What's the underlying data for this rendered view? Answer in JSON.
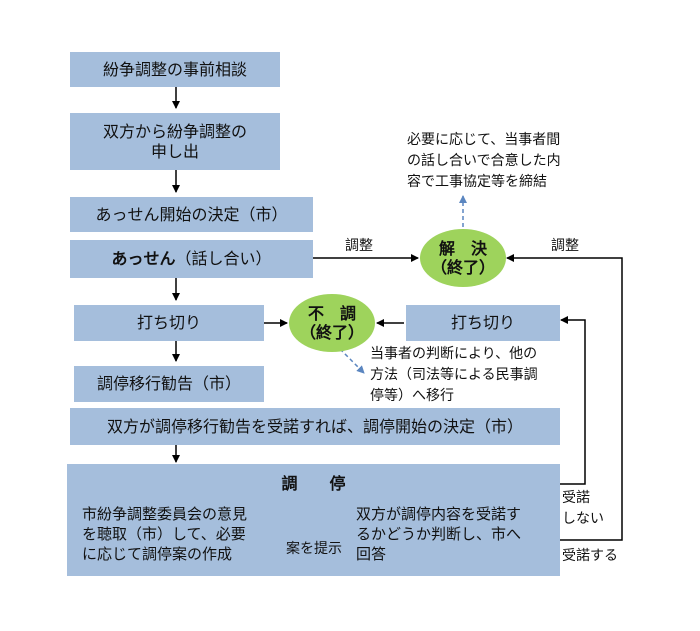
{
  "flow": {
    "step1": "紛争調整の事前相談",
    "step2_line1": "双方から紛争調整の",
    "step2_line2": "申し出",
    "step3": "あっせん開始の決定（市）",
    "step4_bold": "あっせん",
    "step4_rest": "（話し合い）",
    "step5": "打ち切り",
    "step6": "調停移行勧告（市）",
    "step7": "双方が調停移行勧告を受諾すれば、調停開始の決定（市）"
  },
  "resolve": {
    "line1": "解　決",
    "line2": "（終了）",
    "note_lines": [
      "必要に応じて、当事者間",
      "の話し合いで合意した内",
      "容で工事協定等を締結"
    ],
    "label_left": "調整",
    "label_right": "調整"
  },
  "fail": {
    "line1": "不　調",
    "line2": "（終了）",
    "note_lines": [
      "当事者の判断により、他の",
      "方法（司法等による民事調",
      "停等）へ移行"
    ]
  },
  "right_cutoff": "打ち切り",
  "mediation": {
    "title": "調　　停",
    "left_lines": [
      "市紛争調整委員会の意見",
      "を聴取（市）して、必要",
      "に応じて調停案の作成"
    ],
    "arrow_label": "案を提示",
    "right_lines": [
      "双方が調停内容を受諾す",
      "るかどうか判断し、市へ",
      "回答"
    ]
  },
  "labels": {
    "not_accept_line1": "受諾",
    "not_accept_line2": "しない",
    "accept": "受諾する"
  },
  "colors": {
    "box": "#a5bedc",
    "ellipse": "#9ed35c",
    "dashed_arrow": "#5b86c0"
  }
}
